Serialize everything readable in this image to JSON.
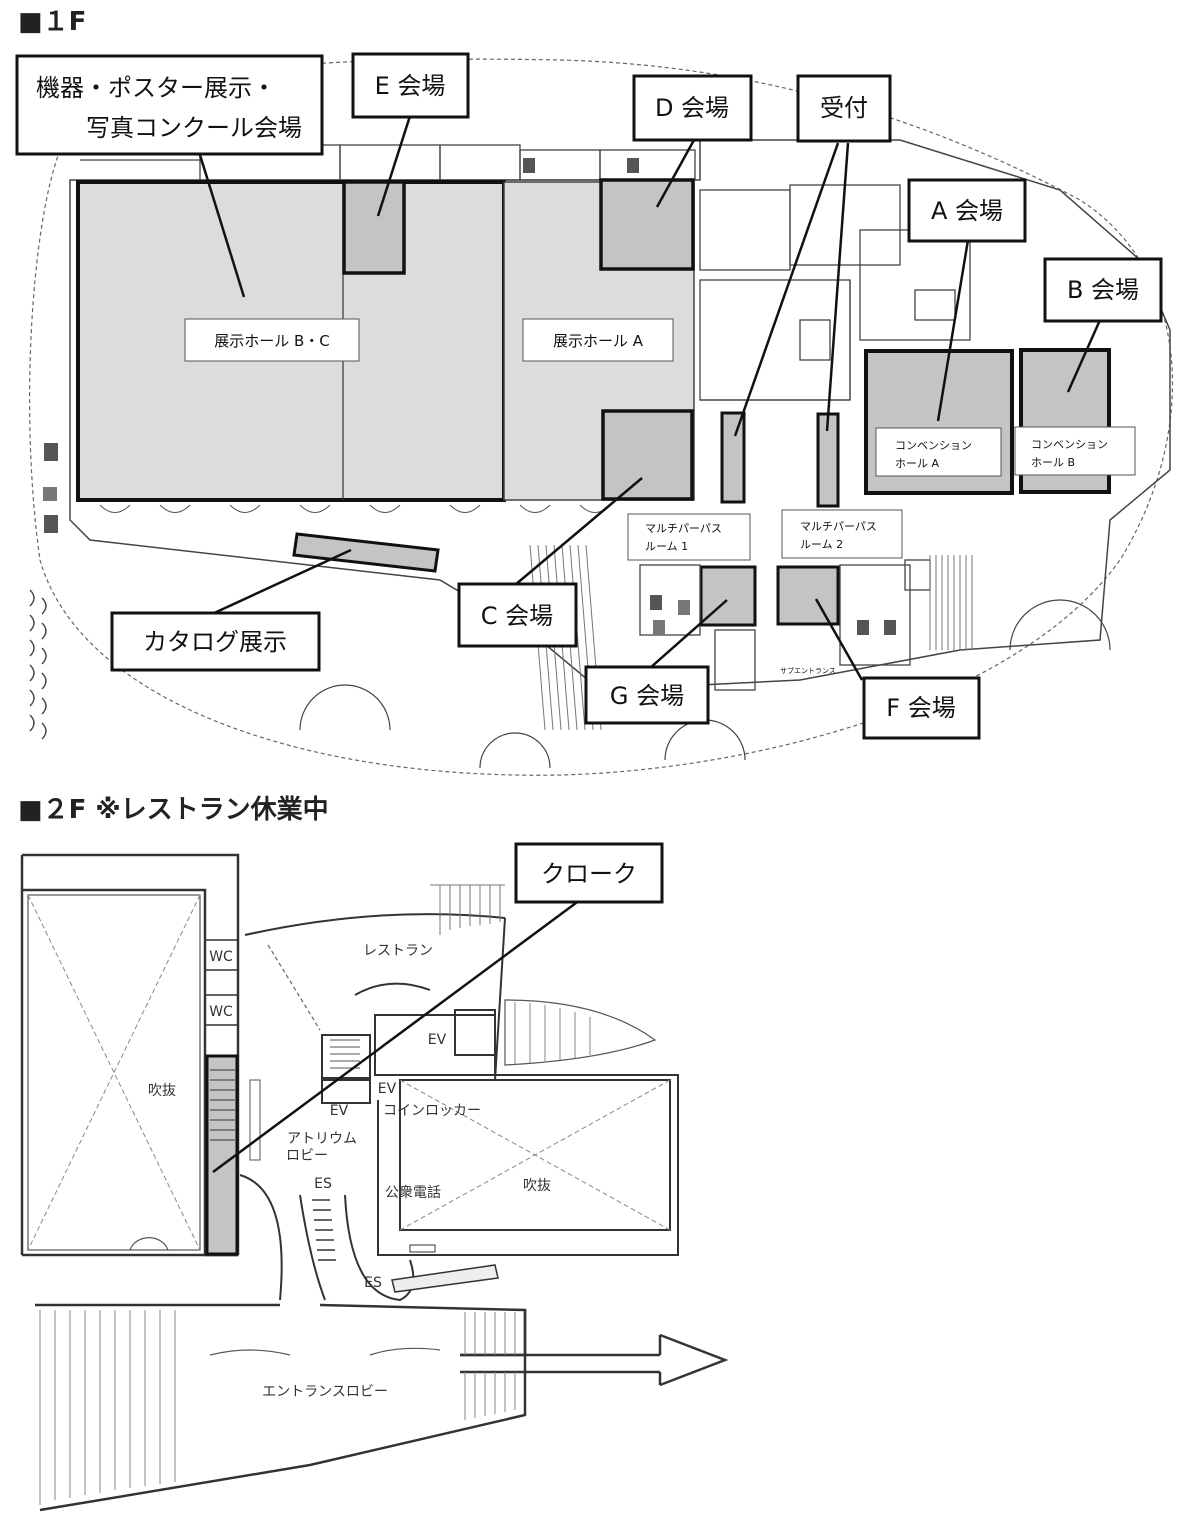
{
  "floor1": {
    "title": "■１F",
    "callouts": {
      "poster_line1": "機器・ポスター展示・",
      "poster_line2": "写真コンクール会場",
      "e": "E 会場",
      "d": "D 会場",
      "reception": "受付",
      "a": "A 会場",
      "b": "B 会場",
      "c": "C 会場",
      "catalog": "カタログ展示",
      "g": "G 会場",
      "f": "F 会場"
    },
    "rooms": {
      "hall_bc": "展示ホール B・C",
      "hall_a": "展示ホール A",
      "conv_a_line1": "コンベンション",
      "conv_a_line2": "ホール A",
      "conv_b_line1": "コンベンション",
      "conv_b_line2": "ホール B",
      "mp1_line1": "マルチパーパス",
      "mp1_line2": "ルーム 1",
      "mp2_line1": "マルチパーパス",
      "mp2_line2": "ルーム 2",
      "sub_entrance": "サブエントランス"
    }
  },
  "floor2": {
    "title": "■２F ※レストラン休業中",
    "callouts": {
      "cloak": "クローク"
    },
    "labels": {
      "wc1": "WC",
      "wc2": "WC",
      "void_left": "吹抜",
      "restaurant": "レストラン",
      "ev1": "EV",
      "ev2": "EV",
      "ev3": "EV",
      "coin_locker": "コインロッカー",
      "atrium_line1": "アトリウム",
      "atrium_line2": "ロビー",
      "es1": "ES",
      "es2": "ES",
      "payphone": "公衆電話",
      "void_right": "吹抜",
      "entrance_lobby": "エントランスロビー"
    }
  },
  "colors": {
    "hall_fill": "#dcdcdc",
    "venue_fill": "#c4c4c4",
    "line": "#111111",
    "thin_line": "#555555"
  }
}
